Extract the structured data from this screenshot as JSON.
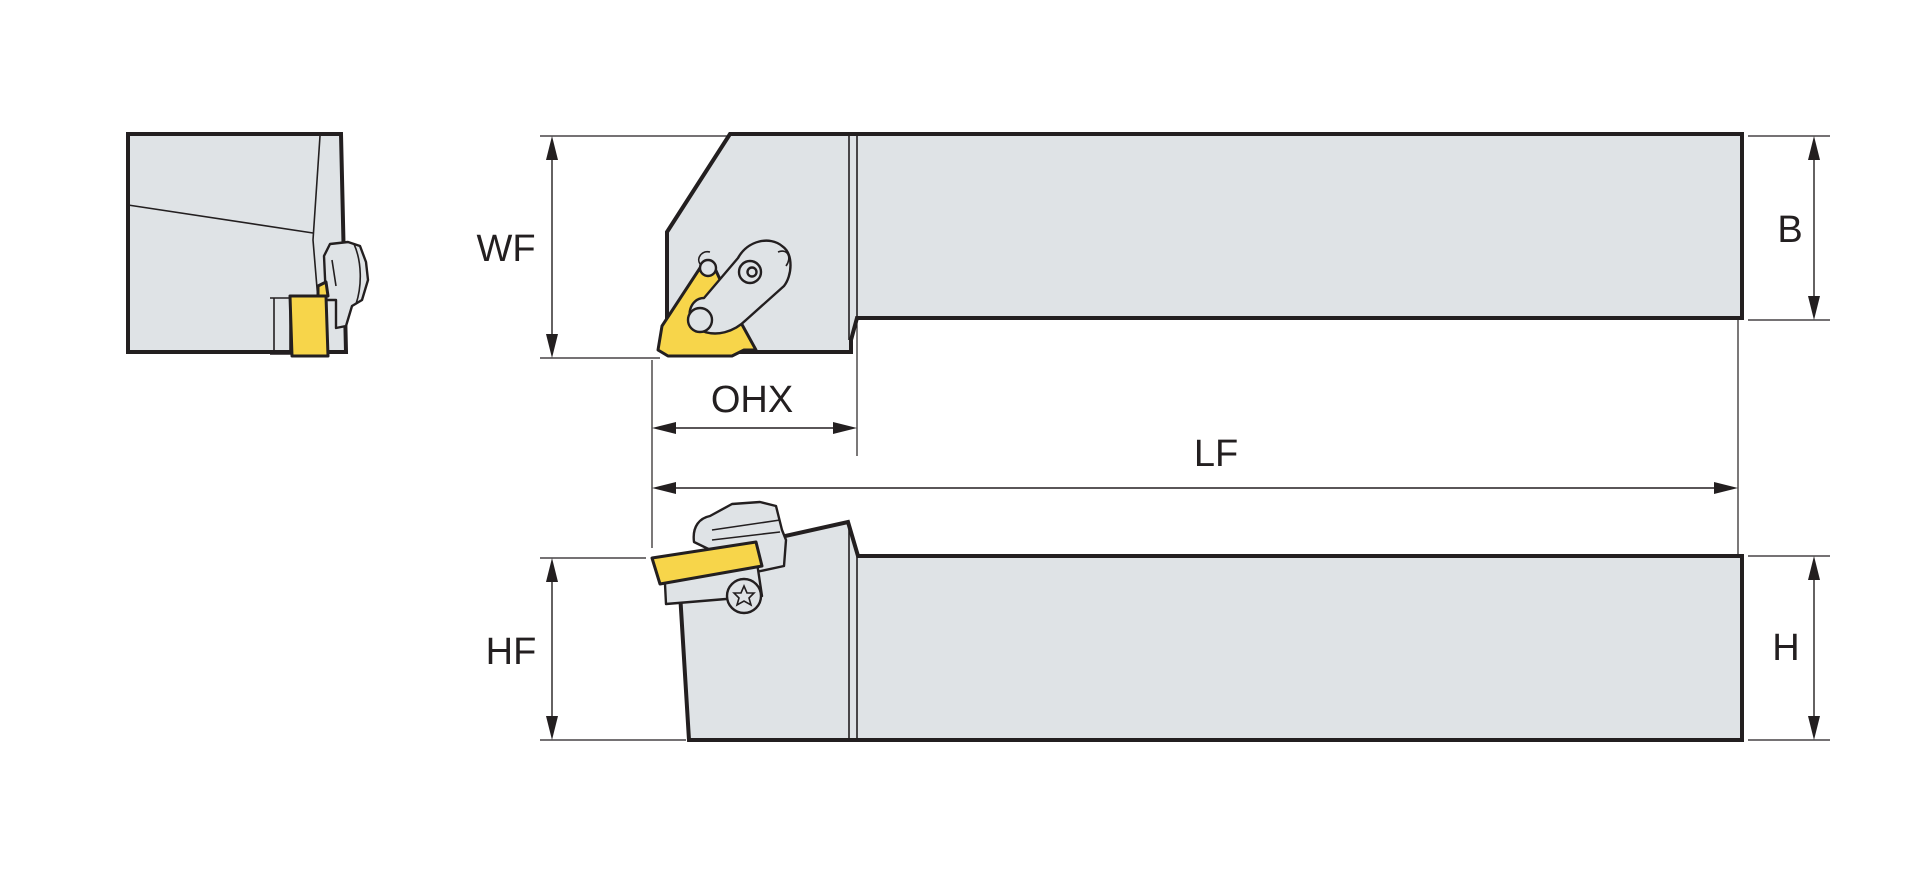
{
  "colors": {
    "body": "#dfe3e6",
    "outline": "#231f20",
    "insert": "#f7d54a",
    "background": "#ffffff"
  },
  "labels": {
    "wf": "WF",
    "b": "B",
    "ohx": "OHX",
    "lf": "LF",
    "hf": "HF",
    "h": "H"
  }
}
